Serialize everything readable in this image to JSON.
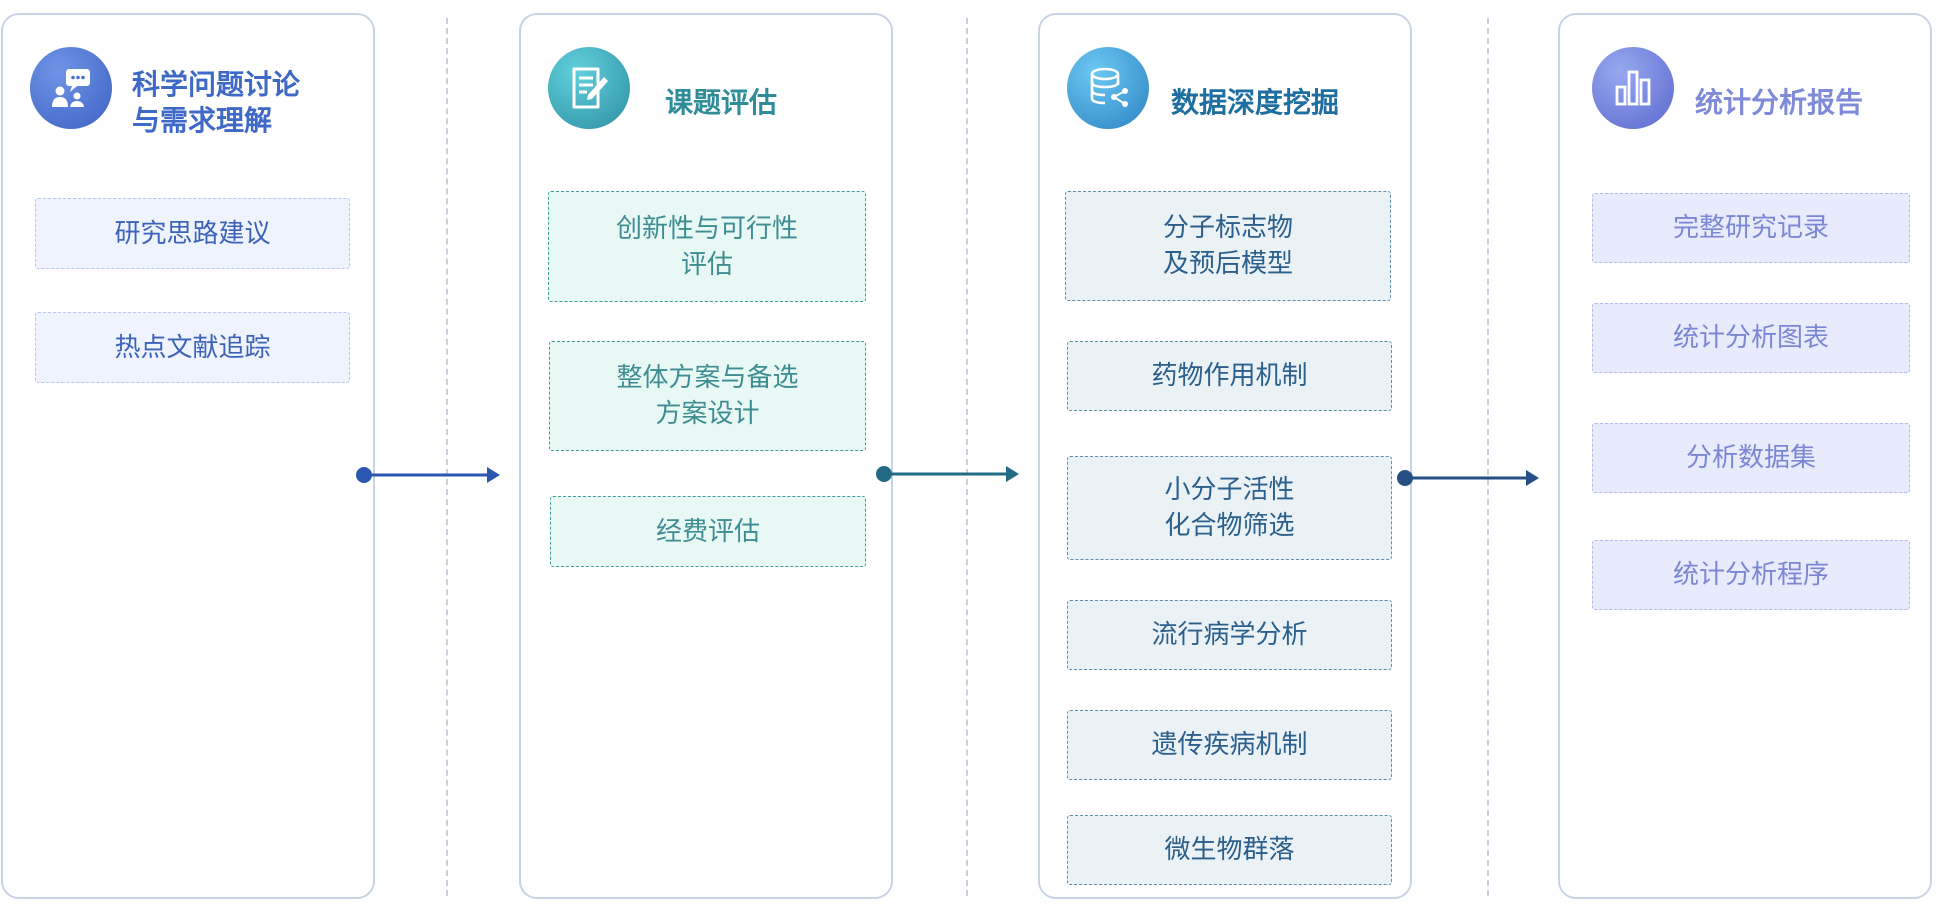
{
  "stages": [
    {
      "icon": "chat-people-icon",
      "title": "科学问题讨论\n与需求理解",
      "items": [
        "研究思路建议",
        "热点文献追踪"
      ]
    },
    {
      "icon": "document-edit-icon",
      "title": "课题评估",
      "items": [
        "创新性与可行性\n评估",
        "整体方案与备选\n方案设计",
        "经费评估"
      ]
    },
    {
      "icon": "database-share-icon",
      "title": "数据深度挖掘",
      "items": [
        "分子标志物\n及预后模型",
        "药物作用机制",
        "小分子活性\n化合物筛选",
        "流行病学分析",
        "遗传疾病机制",
        "微生物群落"
      ]
    },
    {
      "icon": "bar-chart-icon",
      "title": "统计分析报告",
      "items": [
        "完整研究记录",
        "统计分析图表",
        "分析数据集",
        "统计分析程序"
      ]
    }
  ],
  "colors": {
    "stage1": "#3f69c6",
    "stage2": "#2f8d99",
    "stage3": "#1e6f9f",
    "stage4": "#7f8ad8",
    "arrow1": "#2c57b0",
    "arrow2": "#236a84",
    "arrow3": "#264f86"
  }
}
